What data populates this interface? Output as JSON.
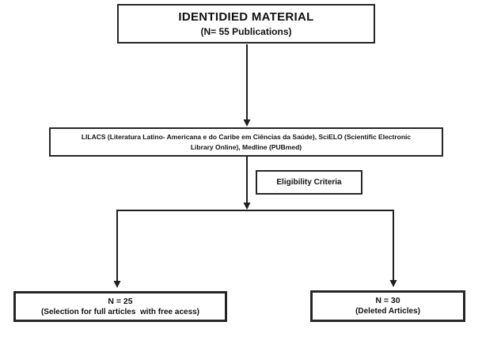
{
  "colors": {
    "line": "#1f1f1f",
    "box_border": "#262626",
    "text": "#111111",
    "background": "#ffffff"
  },
  "boxes": {
    "identified": {
      "title": "IDENTIDIED MATERIAL",
      "subtitle": "(N= 55 Publications)"
    },
    "databases": {
      "text": "LILACS (Literatura Latino- Americana e do Caribe em Ciências da Saúde), SciELO (Scientific Electronic\nLibrary Online), Medline (PUBmed)"
    },
    "eligibility": {
      "label": "Eligibility Criteria"
    },
    "selection": {
      "title": "N = 25",
      "subtitle": "(Selection for full articles  with free acess)"
    },
    "deleted": {
      "title": "N = 30",
      "subtitle": "(Deleted Articles)"
    }
  }
}
